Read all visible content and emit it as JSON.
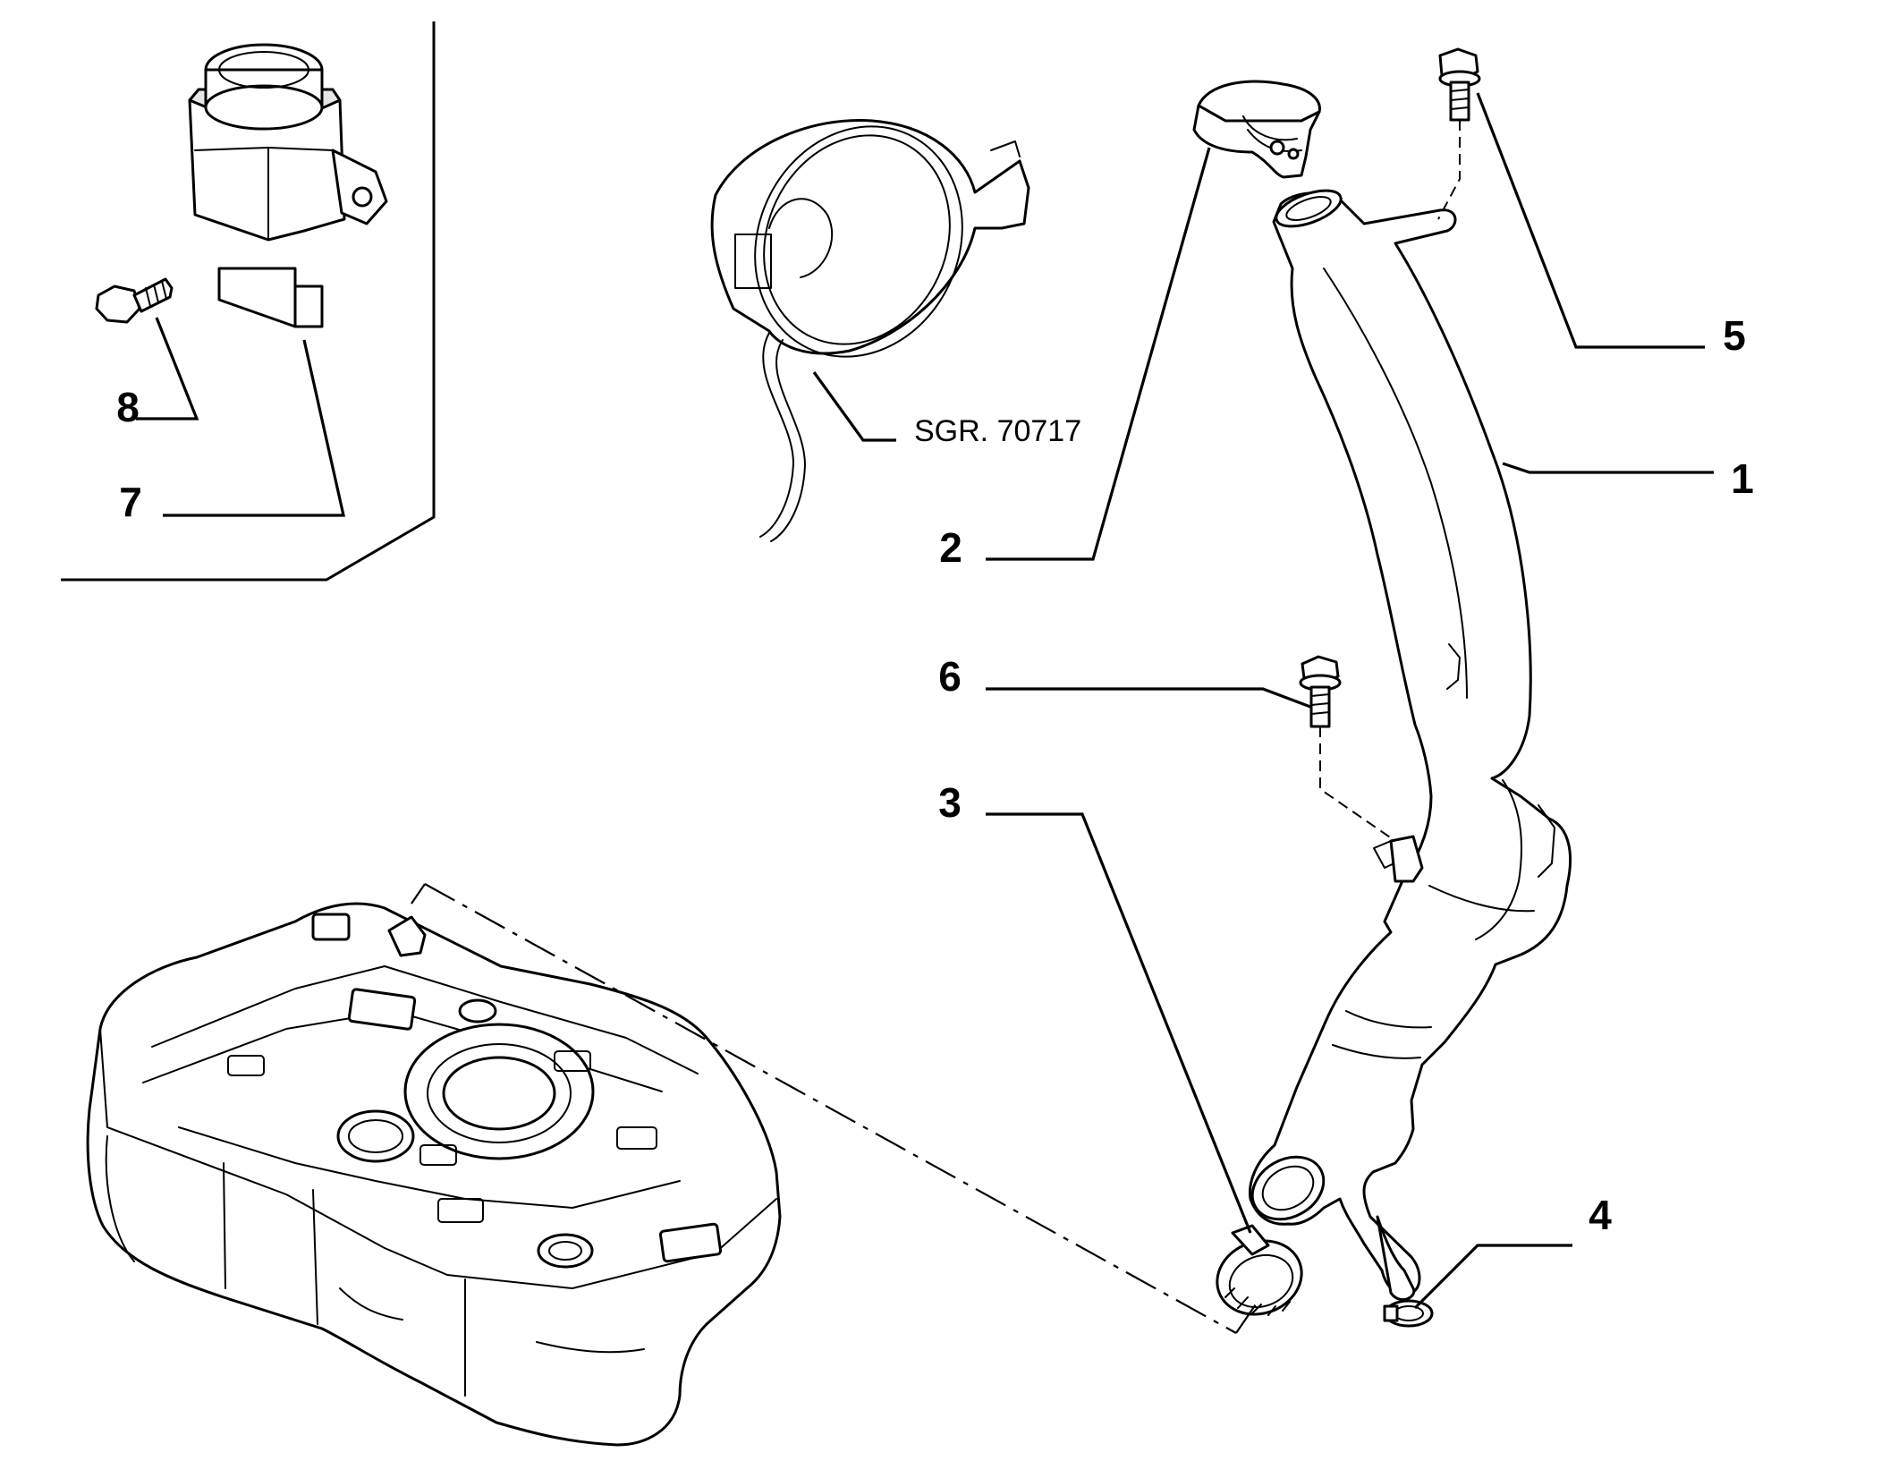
{
  "callouts": [
    {
      "id": "1",
      "label": "1"
    },
    {
      "id": "2",
      "label": "2"
    },
    {
      "id": "3",
      "label": "3"
    },
    {
      "id": "4",
      "label": "4"
    },
    {
      "id": "5",
      "label": "5"
    },
    {
      "id": "6",
      "label": "6"
    },
    {
      "id": "7",
      "label": "7"
    },
    {
      "id": "8",
      "label": "8"
    }
  ],
  "reference": {
    "text": "SGR. 70717"
  }
}
